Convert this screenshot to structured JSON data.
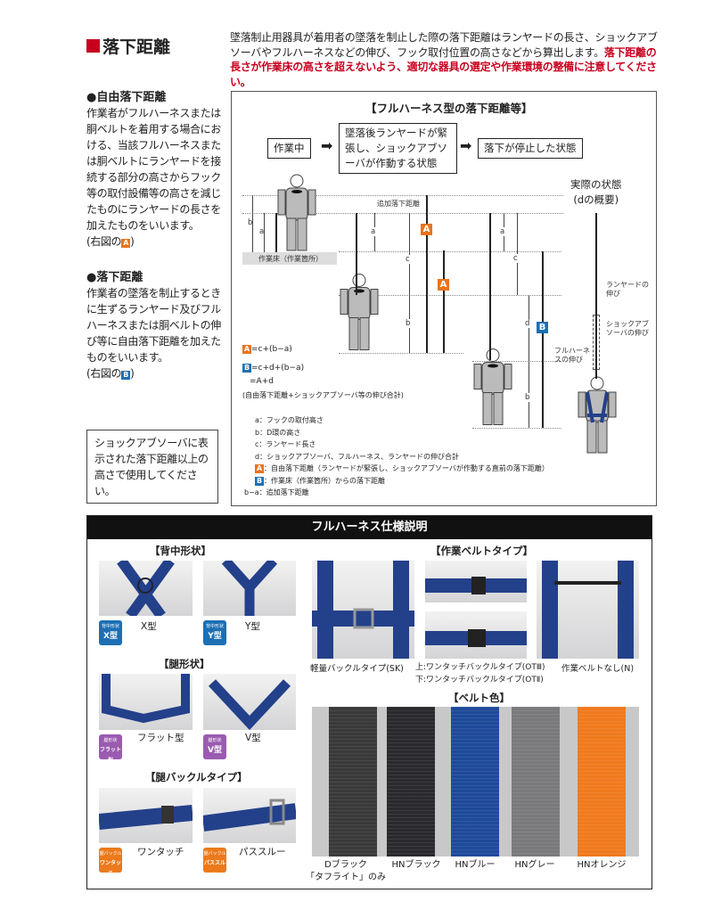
{
  "header": {
    "title": "落下距離",
    "intro_normal": "墜落制止用器具が着用者の墜落を制止した際の落下距離はランヤードの長さ、ショックアブソーバやフルハーネスなどの伸び、フック取付位置の高さなどから算出します。",
    "intro_warning": "落下距離の長さが作業床の高さを超えないよう、適切な器具の選定や作業環境の整備に注意してください。"
  },
  "left": {
    "free_fall_heading": "●自由落下距離",
    "free_fall_text": "作業者がフルハーネスまたは胴ベルトを着用する場合における、当該フルハーネスまたは胴ベルトにランヤードを接続する部分の高さからフック等の取付設備等の高さを減じたものにランヤードの長さを加えたものをいいます。",
    "free_fall_ref_pre": "(右図の",
    "free_fall_ref_badge": "A",
    "free_fall_ref_post": ")",
    "fall_heading": "●落下距離",
    "fall_text": "作業者の墜落を制止するときに生ずるランヤード及びフルハーネスまたは胴ベルトの伸び等に自由落下距離を加えたものをいいます。",
    "fall_ref_pre": "(右図の",
    "fall_ref_badge": "B",
    "fall_ref_post": ")",
    "notice": "ショックアブソーバに表示された落下距離以上の高さで使用してください。"
  },
  "diagram": {
    "title": "【フルハーネス型の落下距離等】",
    "flow": [
      "作業中",
      "墜落後ランヤードが緊張し、ショックアブソーバが作動する状態",
      "落下が停止した状態"
    ],
    "actual_state": [
      "実際の状態",
      "(dの概要)"
    ],
    "extra_fall_label": "追加落下距離",
    "floor_label": "作業床（作業箇所）",
    "letters": {
      "a": "a",
      "b": "b",
      "c": "c",
      "d": "d",
      "A": "A",
      "B": "B"
    },
    "lanyard_stretch": "ランヤードの伸び",
    "absorber_stretch": "ショックアブソーバの伸び",
    "harness_stretch": "フルハーネスの伸び",
    "formula_a": "=c+(b−a)",
    "formula_b": "=c+d+(b−a)",
    "formula_b2": "=A+d",
    "formula_note": "(自由落下距離+ショックアブソーバ等の伸び合計)",
    "legend": [
      {
        "key": "a",
        "text": "：フックの取付高さ"
      },
      {
        "key": "b",
        "text": "：D環の高さ"
      },
      {
        "key": "c",
        "text": "：ランヤード長さ"
      },
      {
        "key": "d",
        "text": "：ショックアブソーバ、フルハーネス、ランヤードの伸び合計"
      },
      {
        "key": "A",
        "text": "：自由落下距離（ランヤードが緊張し、ショックアブソーバが作動する直前の落下距離）"
      },
      {
        "key": "B",
        "text": "：作業床（作業箇所）からの落下距離"
      },
      {
        "key": "b−a",
        "text": "：追加落下距離"
      }
    ]
  },
  "spec": {
    "title": "フルハーネス仕様説明",
    "back_shape": {
      "heading": "【背中形状】",
      "items": [
        {
          "label": "X型",
          "badge_small": "背中形状",
          "badge_big": "X型"
        },
        {
          "label": "Y型",
          "badge_small": "背中形状",
          "badge_big": "Y型"
        }
      ]
    },
    "leg_shape": {
      "heading": "【腿形状】",
      "items": [
        {
          "label": "フラット型",
          "badge_small": "腿形状",
          "badge_big": "フラット型"
        },
        {
          "label": "V型",
          "badge_small": "腿形状",
          "badge_big": "V型"
        }
      ]
    },
    "leg_buckle": {
      "heading": "【腿バックルタイプ】",
      "items": [
        {
          "label": "ワンタッチ",
          "badge_small": "腿バックル",
          "badge_big": "ワンタッチ"
        },
        {
          "label": "パススルー",
          "badge_small": "腿バックル",
          "badge_big": "パススルー"
        }
      ]
    },
    "belt_type": {
      "heading": "【作業ベルトタイプ】",
      "items": [
        "軽量バックルタイプ(SK)",
        "上:ワンタッチバックルタイプ(OTⅢ)",
        "下:ワンタッチバックルタイプ(OTⅡ)",
        "作業ベルトなし(N)"
      ]
    },
    "belt_color": {
      "heading": "【ベルト色】",
      "items": [
        {
          "name": "Dブラック",
          "note": "「タフライト」のみ",
          "color": "#3a3a3a"
        },
        {
          "name": "HNブラック",
          "note": "",
          "color": "#2a2a2e"
        },
        {
          "name": "HNブルー",
          "note": "",
          "color": "#1f4a9a"
        },
        {
          "name": "HNグレー",
          "note": "",
          "color": "#7a7a7c"
        },
        {
          "name": "HNオレンジ",
          "note": "",
          "color": "#f07a1e"
        }
      ]
    }
  },
  "colors": {
    "red": "#c8001e",
    "orange": "#e8741c",
    "blue": "#1d6fb3",
    "purple": "#9a5bb0",
    "badge_orange": "#ec7a1c",
    "harness_blue": "#23408a"
  }
}
